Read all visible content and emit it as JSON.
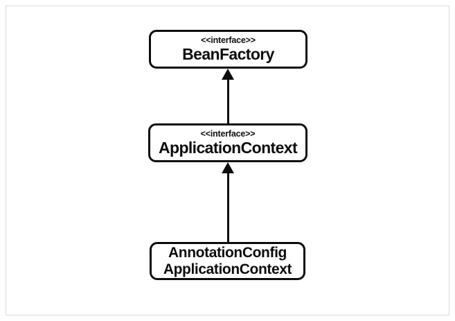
{
  "diagram": {
    "type": "uml-class-diagram",
    "title": "",
    "background_color": "#ffffff",
    "frame_color": "#dcdcdc",
    "stroke_color": "#0d0d0d",
    "nodes": [
      {
        "id": "beanfactory",
        "stereotype": "<<interface>>",
        "name": "BeanFactory",
        "name_lines": [
          "BeanFactory"
        ],
        "shape": "rounded-rectangle"
      },
      {
        "id": "applicationcontext",
        "stereotype": "<<interface>>",
        "name": "ApplicationContext",
        "name_lines": [
          "ApplicationContext"
        ],
        "shape": "rounded-rectangle"
      },
      {
        "id": "annotationconfigapplicationcontext",
        "stereotype": "",
        "name": "AnnotationConfigApplicationContext",
        "name_lines": [
          "AnnotationConfig",
          "ApplicationContext"
        ],
        "line1": "AnnotationConfig",
        "line2": "ApplicationContext",
        "shape": "rounded-rectangle"
      }
    ],
    "edges": [
      {
        "id": "edge-appctx-beanfactory",
        "from": "applicationcontext",
        "to": "beanfactory",
        "relation": "generalization",
        "arrowhead": "filled-triangle",
        "line_style": "solid",
        "direction": "up"
      },
      {
        "id": "edge-annotation-appctx",
        "from": "annotationconfigapplicationcontext",
        "to": "applicationcontext",
        "relation": "generalization",
        "arrowhead": "filled-triangle",
        "line_style": "solid",
        "direction": "up"
      }
    ]
  }
}
